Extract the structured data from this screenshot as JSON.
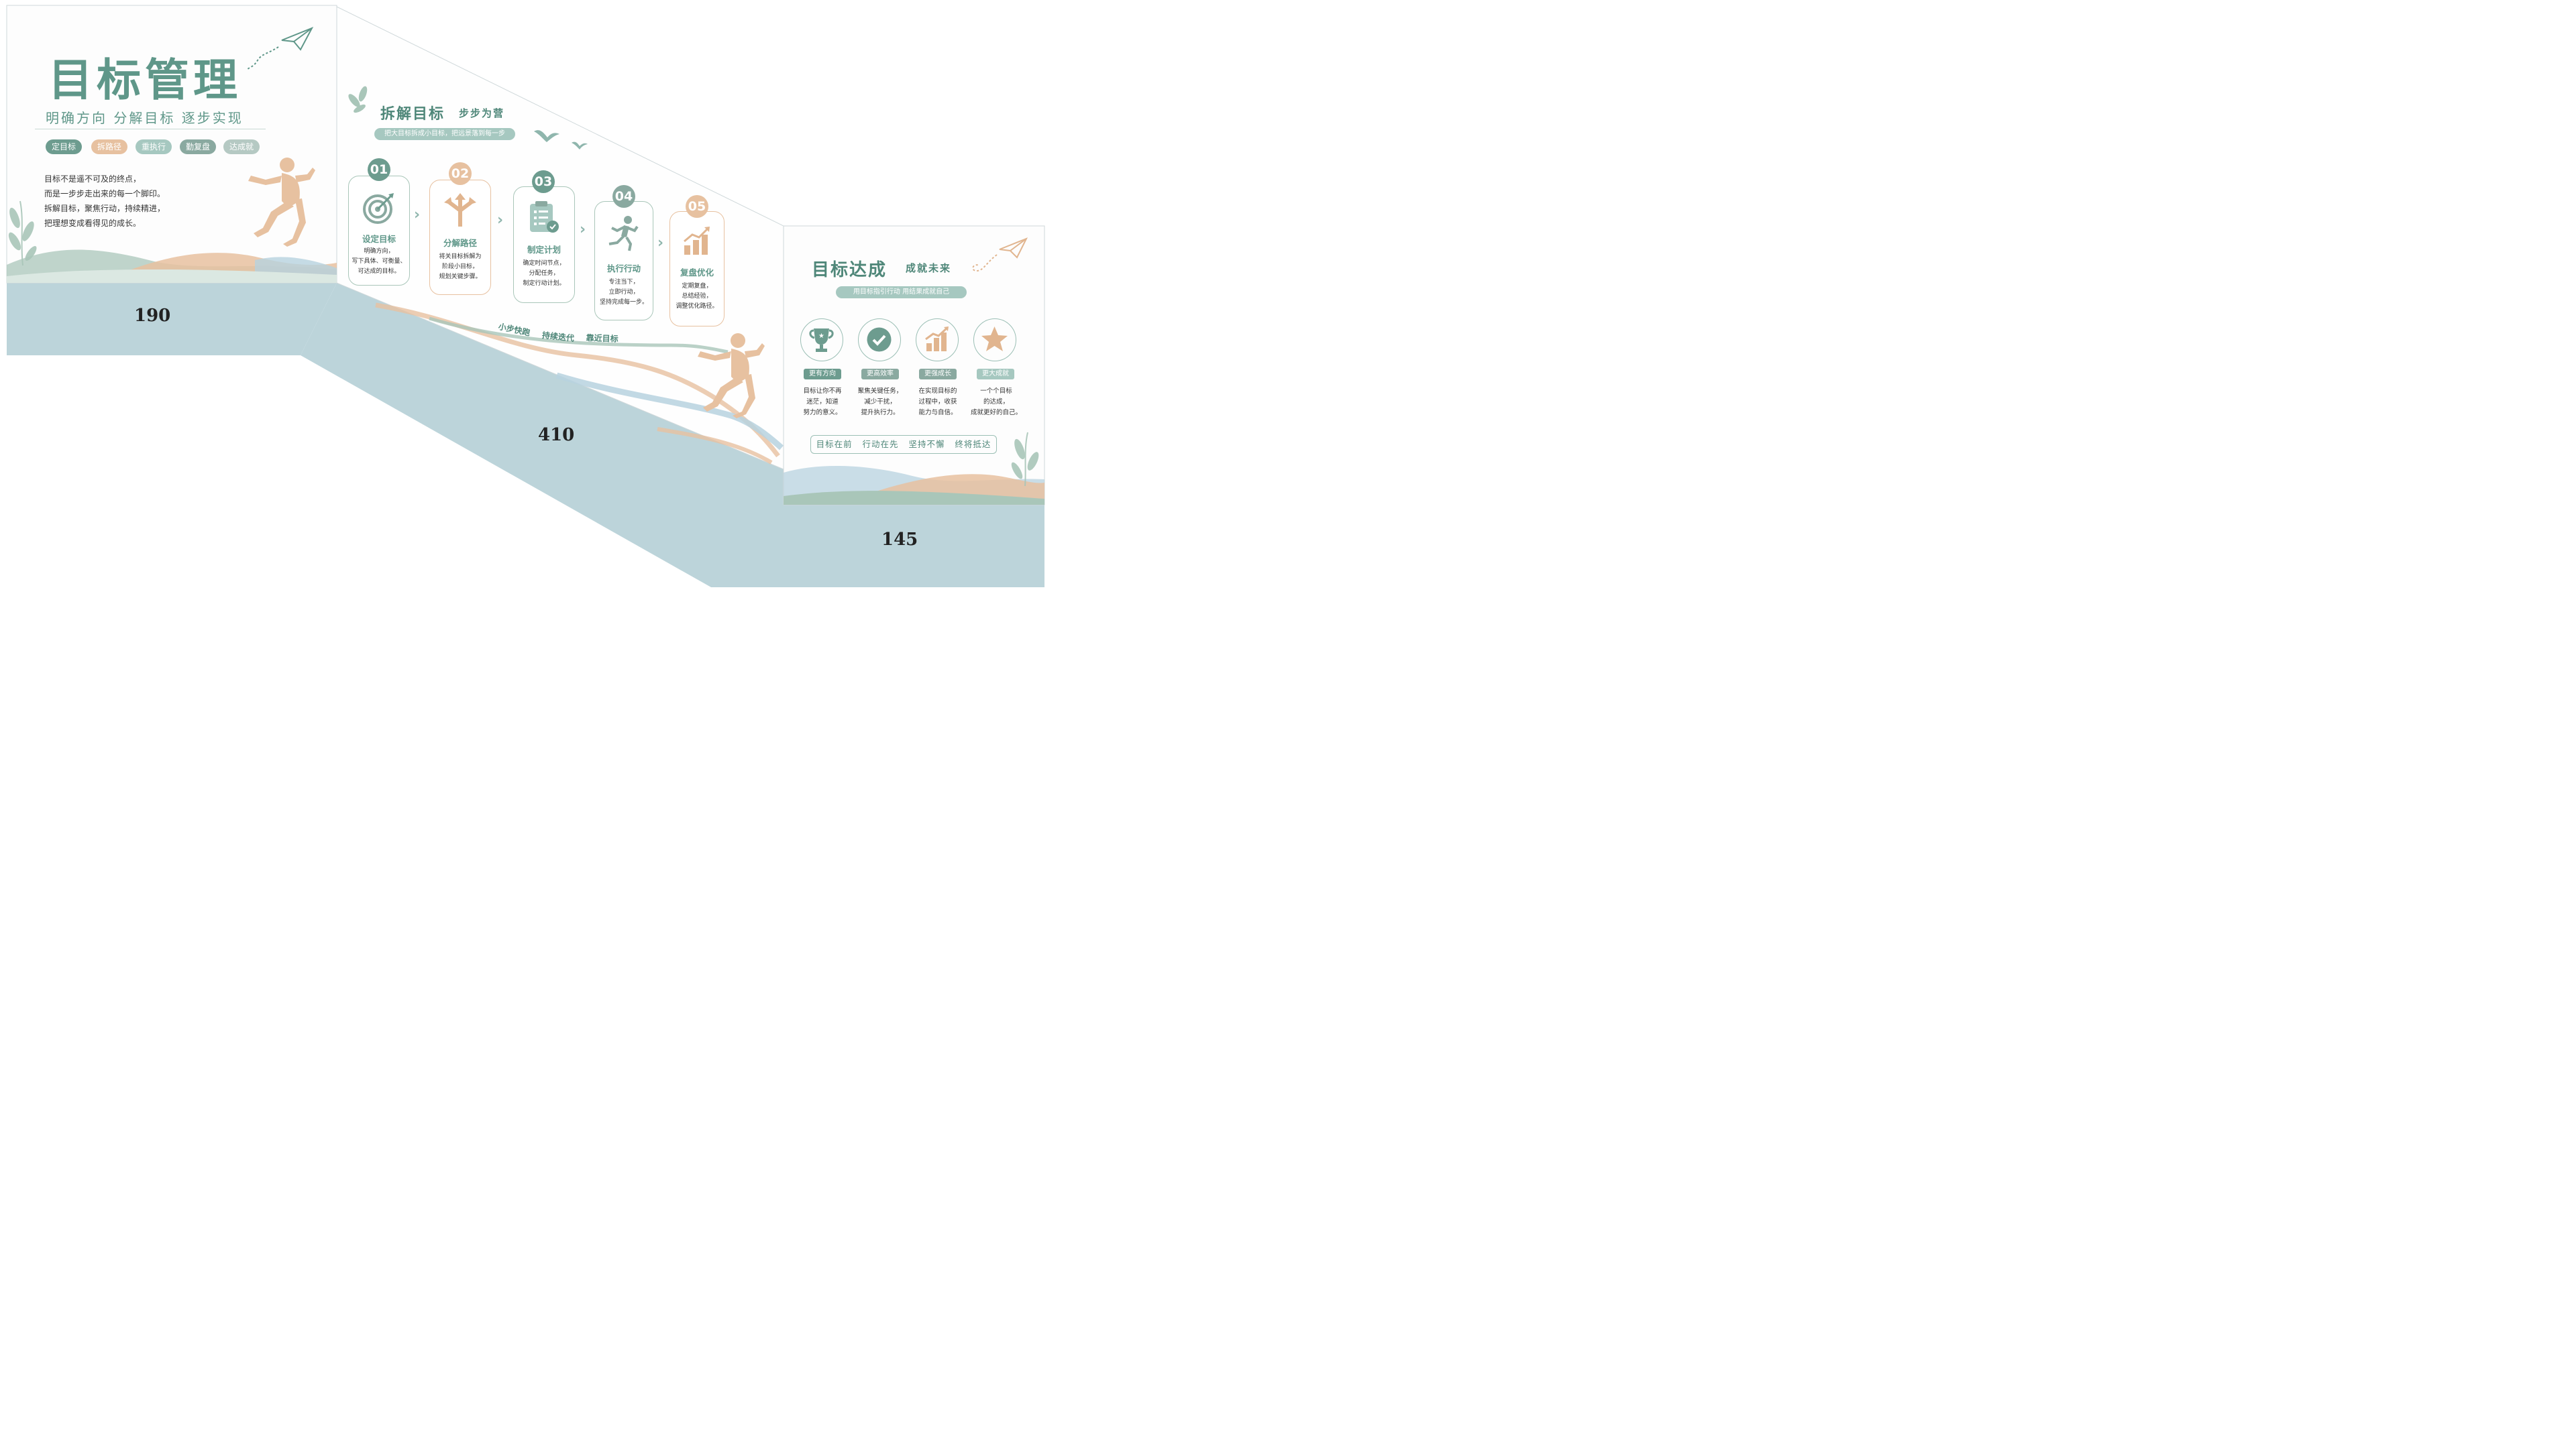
{
  "panel_left": {
    "title": "目标管理",
    "subtitle": "明确方向  分解目标  逐步实现",
    "chips": [
      "定目标",
      "拆路径",
      "重执行",
      "勤复盘",
      "达成就"
    ],
    "paragraph": [
      "目标不是遥不可及的终点，",
      "而是一步步走出来的每一个脚印。",
      "拆解目标，聚焦行动，持续精进，",
      "把理想变成看得见的成长。"
    ],
    "dimension": "190"
  },
  "panel_middle": {
    "title": "拆解目标",
    "subtitle": "步步为营",
    "banner": "把大目标拆成小目标，把远景落到每一步",
    "steps": [
      {
        "num": "01",
        "title": "设定目标",
        "desc": [
          "明确方向，",
          "写下具体、可衡量、",
          "可达成的目标。"
        ]
      },
      {
        "num": "02",
        "title": "分解路径",
        "desc": [
          "将关目标拆解为",
          "阶段小目标，",
          "规划关键步骤。"
        ]
      },
      {
        "num": "03",
        "title": "制定计划",
        "desc": [
          "确定时间节点，",
          "分配任务，",
          "制定行动计划。"
        ]
      },
      {
        "num": "04",
        "title": "执行行动",
        "desc": [
          "专注当下，",
          "立即行动，",
          "坚持完成每一步。"
        ]
      },
      {
        "num": "05",
        "title": "复盘优化",
        "desc": [
          "定期复盘，",
          "总结经验，",
          "调整优化路径。"
        ]
      }
    ],
    "slogan": [
      "小步快跑",
      "持续迭代",
      "靠近目标"
    ],
    "dimension": "410"
  },
  "panel_right": {
    "title": "目标达成",
    "subtitle": "成就未来",
    "banner": "用目标指引行动  用结果成就自己",
    "benefits": [
      {
        "label": "更有方向",
        "desc": [
          "目标让你不再",
          "迷茫，知道",
          "努力的意义。"
        ]
      },
      {
        "label": "更高效率",
        "desc": [
          "聚焦关键任务，",
          "减少干扰，",
          "提升执行力。"
        ]
      },
      {
        "label": "更强成长",
        "desc": [
          "在实现目标的",
          "过程中，收获",
          "能力与自信。"
        ]
      },
      {
        "label": "更大成就",
        "desc": [
          "一个个目标",
          "的达成，",
          "成就更好的自己。"
        ]
      }
    ],
    "motto": [
      "目标在前",
      "行动在先",
      "坚持不懈",
      "终将抵达"
    ],
    "dimension": "145"
  },
  "colors": {
    "green": "#6d9c8f",
    "peach": "#e7c1a0",
    "blue_gray": "#bcd4da",
    "sage_light": "#a6c8c0"
  },
  "icons": [
    "paper-plane-icon",
    "leaf-icon",
    "runner-icon",
    "target-icon",
    "split-arrow-icon",
    "clipboard-icon",
    "runner-small-icon",
    "growth-chart-icon",
    "bird-icon",
    "trophy-icon",
    "check-icon",
    "bar-chart-icon",
    "star-icon"
  ]
}
